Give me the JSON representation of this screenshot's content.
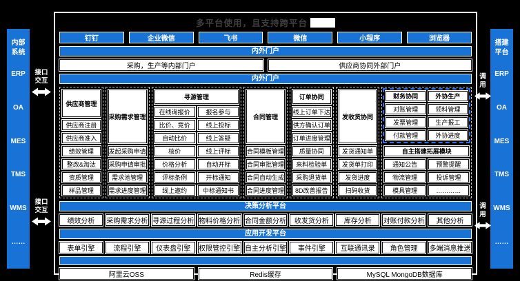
{
  "colors": {
    "blue": "#1973d6",
    "highlight_dash": "#2f6fe8",
    "panel_border": "#ffffff",
    "title_text": "#3f3f3f",
    "background": "#000000"
  },
  "title": {
    "text": "多平台使用，且支持跨平台"
  },
  "channels": [
    "钉钉",
    "企业微信",
    "飞书",
    "微信",
    "小程序",
    "浏览器"
  ],
  "portal_bar_top": "内外门户",
  "portals": [
    "采购，生产等内部门户",
    "供应商协同外部门户"
  ],
  "portal_bar_main": "内外门户",
  "sidebars": {
    "left": {
      "title": "内部系统",
      "items": [
        "ERP",
        "OA",
        "MES",
        "TMS",
        "WMS",
        "……"
      ],
      "connector": "接口交互"
    },
    "right": {
      "title": "搭建平台",
      "items": [
        "ERP",
        "OA",
        "MES",
        "TMS",
        "WMS",
        "……"
      ],
      "connector": "调用"
    }
  },
  "modules": {
    "supplier": {
      "header": "供应商管理",
      "items": [
        "供应商注册",
        "供应商准入",
        "绩效管理",
        "整改&淘汰",
        "资质管理",
        "样品管理"
      ]
    },
    "demand": {
      "header": "采购需求管理",
      "items": [
        "发起采购申请",
        "采购申请审批",
        "需求池管理",
        "需求进度管理"
      ]
    },
    "sourcing": {
      "header": "寻源管理",
      "left": [
        "在线询报价",
        "比价、竞价",
        "自动比价",
        "核价",
        "价格分析",
        "评标条例",
        "线上邀约"
      ],
      "right": [
        "报名参与",
        "线上投标",
        "线上答疑",
        "线上评标",
        "自动开标",
        "开标通知",
        "中标通知书"
      ]
    },
    "contract": {
      "header": "合同管理",
      "items": [
        "合同模板管理",
        "合同审批管理",
        "合同自动生成",
        "合同进度管理"
      ]
    },
    "order": {
      "header": "订单协同",
      "items": [
        "线上订单下达",
        "供方确认订单",
        "订单进度管理",
        "质量协同",
        "来料检验单",
        "采购退货单",
        "8D改善报告"
      ]
    },
    "delivery": {
      "header": "发收货协同",
      "items": [
        "发货通知单",
        "发货单打印",
        "发货进度",
        "扫码收货"
      ]
    },
    "finance": {
      "header": "财务协同",
      "items": [
        "对账管理",
        "发票管理",
        "付款管理"
      ]
    },
    "outsourcing": {
      "header": "外协生产",
      "items": [
        "领料管理",
        "生产报工",
        "外协进度"
      ]
    },
    "extension": {
      "header": "自主搭建拓展模块",
      "items": [
        "通知公告",
        "预警提醒",
        "物流管理",
        "投诉管理",
        "模具管理",
        "…………"
      ]
    }
  },
  "decision": {
    "title": "决策分析平台",
    "items": [
      "绩效分析",
      "采购需求分析",
      "寻源过程分析",
      "物料价格分析",
      "合同金额分析",
      "收发货分析",
      "库存分析",
      "对账付款分析",
      "其他分析"
    ]
  },
  "appdev": {
    "title": "应用开发平台",
    "items": [
      "表单引擎",
      "流程引擎",
      "仪表盘引擎",
      "权限管控引擎",
      "自主分析引擎",
      "事件引擎",
      "互联通讯录",
      "角色管理",
      "多端消息推送"
    ]
  },
  "infra": [
    "阿里云OSS",
    "Redis缓存",
    "MySQL MongoDB数据库"
  ]
}
